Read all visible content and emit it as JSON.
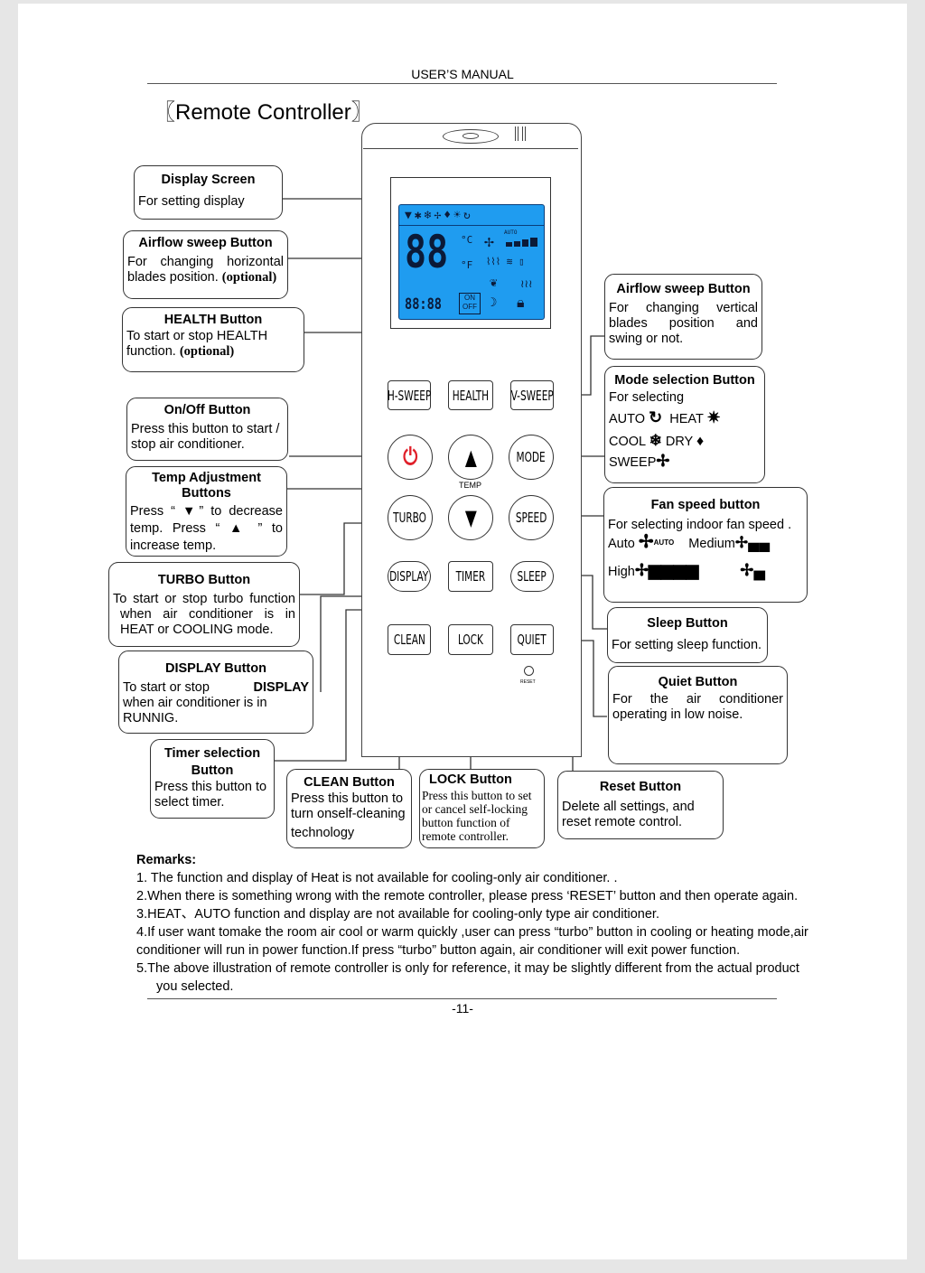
{
  "header": "USER’S MANUAL",
  "title": "〖Remote Controller〗",
  "remote": {
    "buttons": {
      "h_sweep": "H-SWEEP",
      "health": "HEALTH",
      "v_sweep": "V-SWEEP",
      "mode": "MODE",
      "turbo": "TURBO",
      "speed": "SPEED",
      "display": "DISPLAY",
      "timer": "TIMER",
      "sleep": "SLEEP",
      "clean": "CLEAN",
      "lock": "LOCK",
      "quiet": "QUIET"
    },
    "temp_label": "TEMP",
    "reset_label": "RESET",
    "lcd": {
      "temp_digits": "88",
      "unit_c": "°C",
      "unit_f": "°F",
      "time_digits": "88:88",
      "on_label": "ON",
      "off_label": "OFF",
      "auto_label": "AUTO"
    }
  },
  "callouts": {
    "display_screen": {
      "title": "Display Screen",
      "body": "For setting display"
    },
    "airflow_h": {
      "title": "Airflow sweep Button",
      "line1": "For changing horizontal",
      "line2a": "blades position. ",
      "line2b": "(optional)"
    },
    "health": {
      "title": "HEALTH Button",
      "line1": "To start or stop HEALTH",
      "line2a": "function. ",
      "line2b": "(optional)"
    },
    "onoff": {
      "title": "On/Off Button",
      "line1": "Press this button to start /",
      "line2": "stop air conditioner."
    },
    "temp": {
      "title1": "Temp Adjustment",
      "title2": "Buttons",
      "line1": "Press “ ▼” to decrease",
      "line2": "temp. Press “ ▲ ” to",
      "line3": "increase temp."
    },
    "turbo": {
      "title": "TURBO Button",
      "line1": "To start or stop turbo function",
      "line2": "when air conditioner is in",
      "line3": "HEAT or COOLING mode."
    },
    "display": {
      "title": "DISPLAY Button",
      "line1a": "To start or stop ",
      "line1b": "DISPLAY",
      "line2": "when air conditioner is in",
      "line3": "RUNNIG."
    },
    "timer": {
      "title1": "Timer selection",
      "title2": "Button",
      "line1": "Press this button to",
      "line2": "select timer."
    },
    "clean": {
      "title": "CLEAN Button",
      "line1": "Press this button to",
      "line2": "turn onself-cleaning",
      "line3": "technology"
    },
    "lock": {
      "title": "LOCK Button",
      "line1": "Press this button to set",
      "line2": "or cancel self-locking",
      "line3": "button function of",
      "line4": "remote controller."
    },
    "reset": {
      "title": "Reset Button",
      "line1": "Delete all settings, and",
      "line2": "reset remote control."
    },
    "airflow_v": {
      "title": "Airflow sweep Button",
      "line1": "For changing vertical",
      "line2": "blades position and",
      "line3": "swing or not."
    },
    "mode": {
      "title": "Mode selection Button",
      "line1": "For selecting",
      "auto": "AUTO",
      "heat": "HEAT",
      "cool": "COOL",
      "dry": "DRY",
      "sweep": "SWEEP"
    },
    "fan": {
      "title": "Fan speed button",
      "line1": "For selecting indoor fan speed .",
      "auto": "Auto",
      "auto_tag": "AUTO",
      "medium": "Medium",
      "high": "High"
    },
    "sleep": {
      "title": "Sleep Button",
      "body": "For setting sleep function."
    },
    "quiet": {
      "title": "Quiet Button",
      "line1": "For the air conditioner",
      "line2": "operating in low noise."
    }
  },
  "remarks": {
    "heading": "Remarks:",
    "r1": "1. The function and display of Heat is not available for cooling-only air conditioner. .",
    "r2": "2.When there is something wrong with the remote controller, please press ‘RESET’ button and then operate again.",
    "r3": "3.HEAT、AUTO function and display are not available for cooling-only type air conditioner.",
    "r4a": "4.If user want tomake the room air cool or warm quickly ,user can press “turbo” button in cooling or heating mode,air",
    "r4b": "conditioner will run in power function.If press “turbo” button again, air conditioner will exit power function.",
    "r5a": "5.The above illustration of remote controller is only for reference, it may be slightly different from the actual product",
    "r5b": "you selected."
  },
  "page_number": "-11-",
  "colors": {
    "lcd_blue": "#1f9cf0",
    "power_red": "#e0202a"
  }
}
